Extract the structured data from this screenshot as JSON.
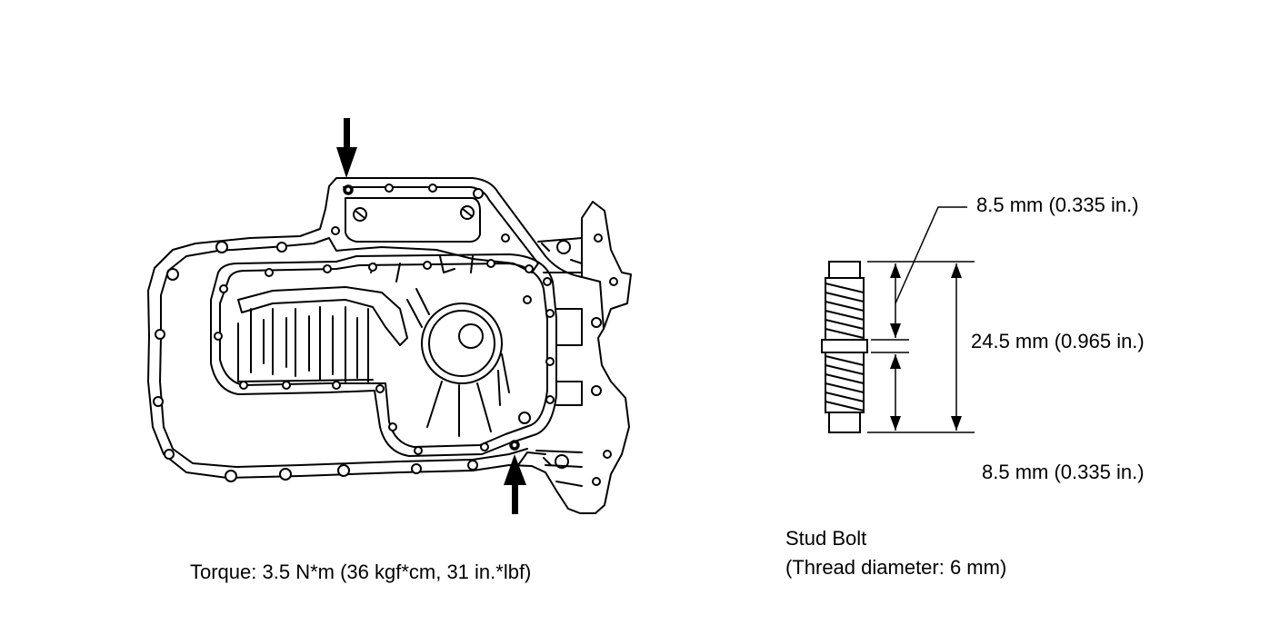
{
  "labels": {
    "torque": "Torque: 3.5 N*m (36 kgf*cm, 31 in.*lbf)",
    "dim_top": "8.5 mm (0.335 in.)",
    "dim_total": "24.5 mm (0.965 in.)",
    "dim_bottom": "8.5 mm (0.335 in.)",
    "stud_title": "Stud Bolt",
    "stud_thread": "(Thread diameter: 6 mm)"
  },
  "colors": {
    "line": "#000000",
    "background": "#ffffff"
  }
}
